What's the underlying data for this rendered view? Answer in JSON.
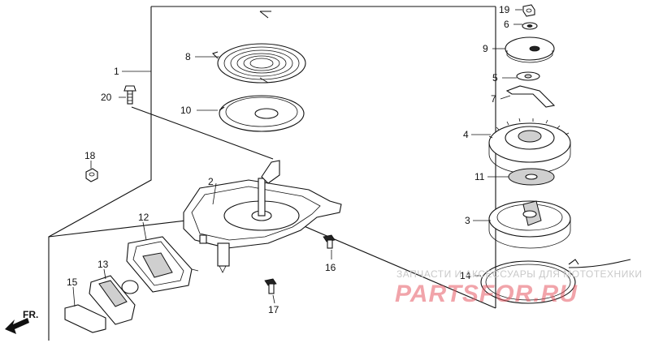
{
  "callouts": [
    {
      "id": "1",
      "label": "1"
    },
    {
      "id": "2",
      "label": "2"
    },
    {
      "id": "3",
      "label": "3"
    },
    {
      "id": "4",
      "label": "4"
    },
    {
      "id": "5",
      "label": "5"
    },
    {
      "id": "6",
      "label": "6"
    },
    {
      "id": "7",
      "label": "7"
    },
    {
      "id": "8",
      "label": "8"
    },
    {
      "id": "9",
      "label": "9"
    },
    {
      "id": "10",
      "label": "10"
    },
    {
      "id": "11",
      "label": "11"
    },
    {
      "id": "12",
      "label": "12"
    },
    {
      "id": "13",
      "label": "13"
    },
    {
      "id": "14",
      "label": "14"
    },
    {
      "id": "15",
      "label": "15"
    },
    {
      "id": "16",
      "label": "16"
    },
    {
      "id": "17",
      "label": "17"
    },
    {
      "id": "18",
      "label": "18"
    },
    {
      "id": "19",
      "label": "19"
    },
    {
      "id": "20",
      "label": "20"
    }
  ],
  "direction_label": "FR.",
  "watermark": {
    "top_text": "ЗАПЧАСТИ И АКСЕССУАРЫ ДЛЯ МОТОТЕХНИКИ",
    "logo_text": "PARTSFOR.RU"
  }
}
